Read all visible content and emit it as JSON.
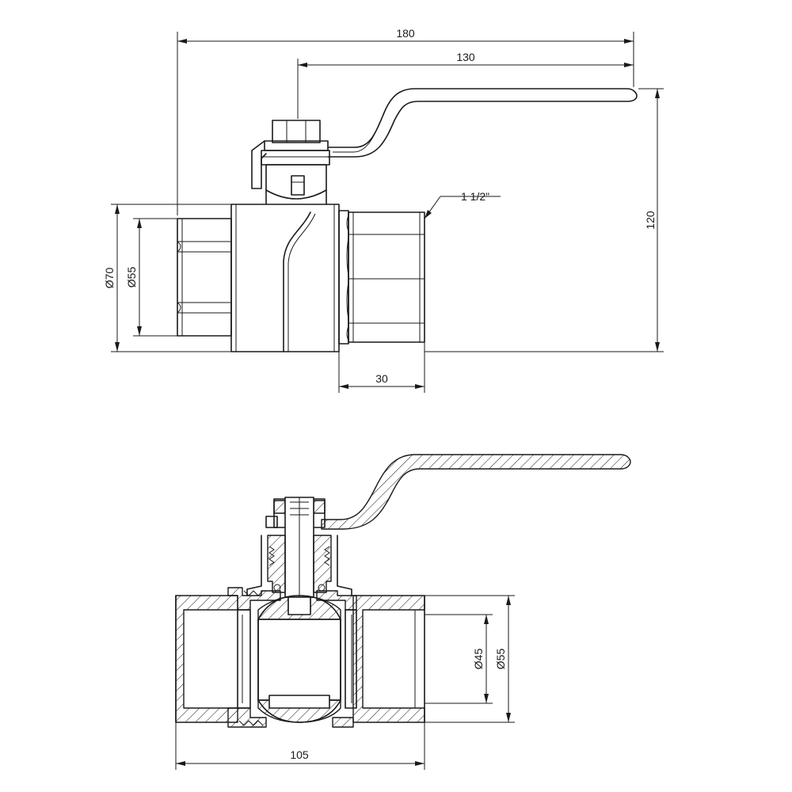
{
  "dimensions": {
    "overall_length": "180",
    "handle_length": "130",
    "height": "120",
    "body_outer_diameter": "Ø70",
    "thread_diameter_top": "Ø55",
    "thread_length": "30",
    "thread_size": "1 1/2\"",
    "bore_diameter": "Ø45",
    "thread_diameter_bottom": "Ø55",
    "body_length": "105"
  }
}
